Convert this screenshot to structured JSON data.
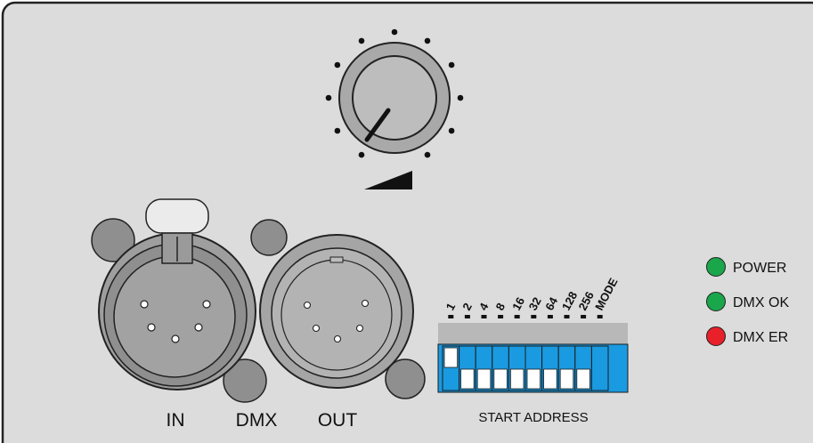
{
  "connectors": {
    "in_label": "IN",
    "dmx_label": "DMX",
    "out_label": "OUT"
  },
  "dip_switch": {
    "labels": [
      "1",
      "2",
      "4",
      "8",
      "16",
      "32",
      "64",
      "128",
      "256",
      "MODE"
    ],
    "on_positions": [
      true,
      false,
      false,
      false,
      false,
      false,
      false,
      false,
      false,
      false
    ],
    "title": "START ADDRESS",
    "color": "#1a9ae0"
  },
  "leds": [
    {
      "label": "POWER",
      "color": "#1aa64a"
    },
    {
      "label": "DMX OK",
      "color": "#1aa64a"
    },
    {
      "label": "DMX ER",
      "color": "#e8202a"
    }
  ],
  "colors": {
    "panel": "#dcdcdc",
    "outline": "#222222"
  }
}
